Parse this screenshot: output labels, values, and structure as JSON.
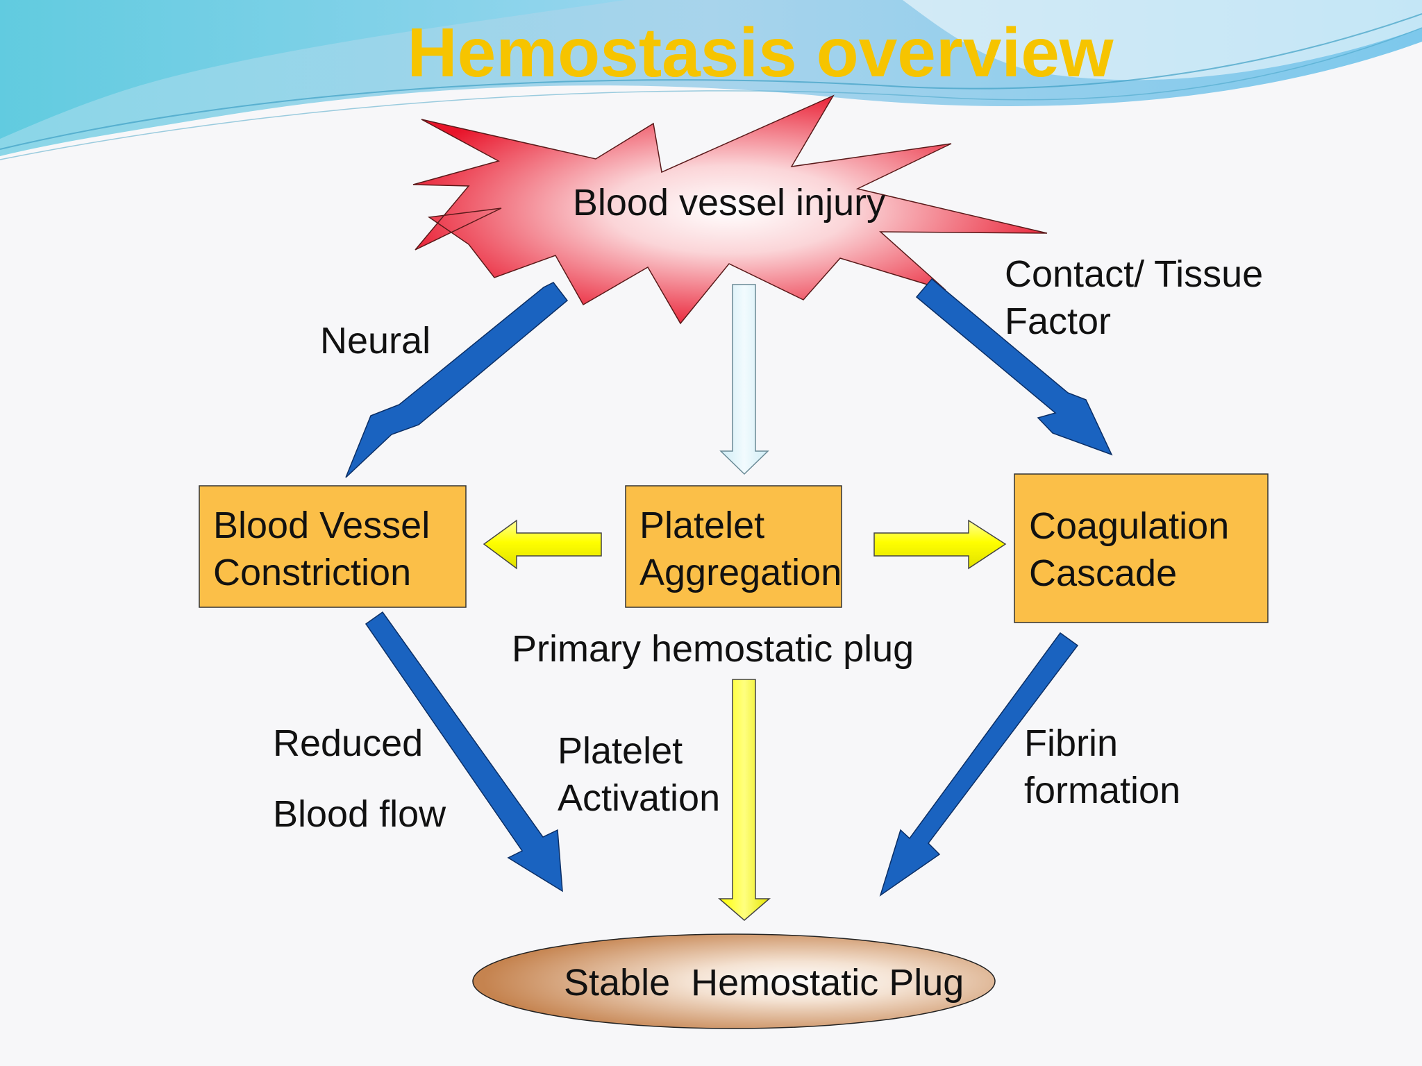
{
  "slide": {
    "title": "Hemostasis overview"
  },
  "nodes": {
    "injury": "Blood vessel injury",
    "vessel_constriction": [
      "Blood Vessel",
      "Constriction"
    ],
    "platelet_aggregation": [
      "Platelet",
      "Aggregation"
    ],
    "coagulation_cascade": [
      "Coagulation",
      "Cascade"
    ],
    "stable_plug": "Stable  Hemostatic Plug"
  },
  "labels": {
    "neural": "Neural",
    "contact_tissue_factor": [
      "Contact/ Tissue",
      "Factor"
    ],
    "primary_plug": "Primary hemostatic plug",
    "reduced_blood_flow": [
      "Reduced",
      "Blood flow"
    ],
    "platelet_activation": [
      "Platelet",
      "Activation"
    ],
    "fibrin_formation": [
      "Fibrin",
      "formation"
    ]
  },
  "colors": {
    "title": "#f6c400",
    "box_fill": "#fbbf48",
    "blue_arrow": "#1a63c0",
    "yellow_arrow": "#ffff00",
    "light_arrow": "#dff2f8",
    "starburst": "#e8142a",
    "plug": "#c5834f"
  }
}
